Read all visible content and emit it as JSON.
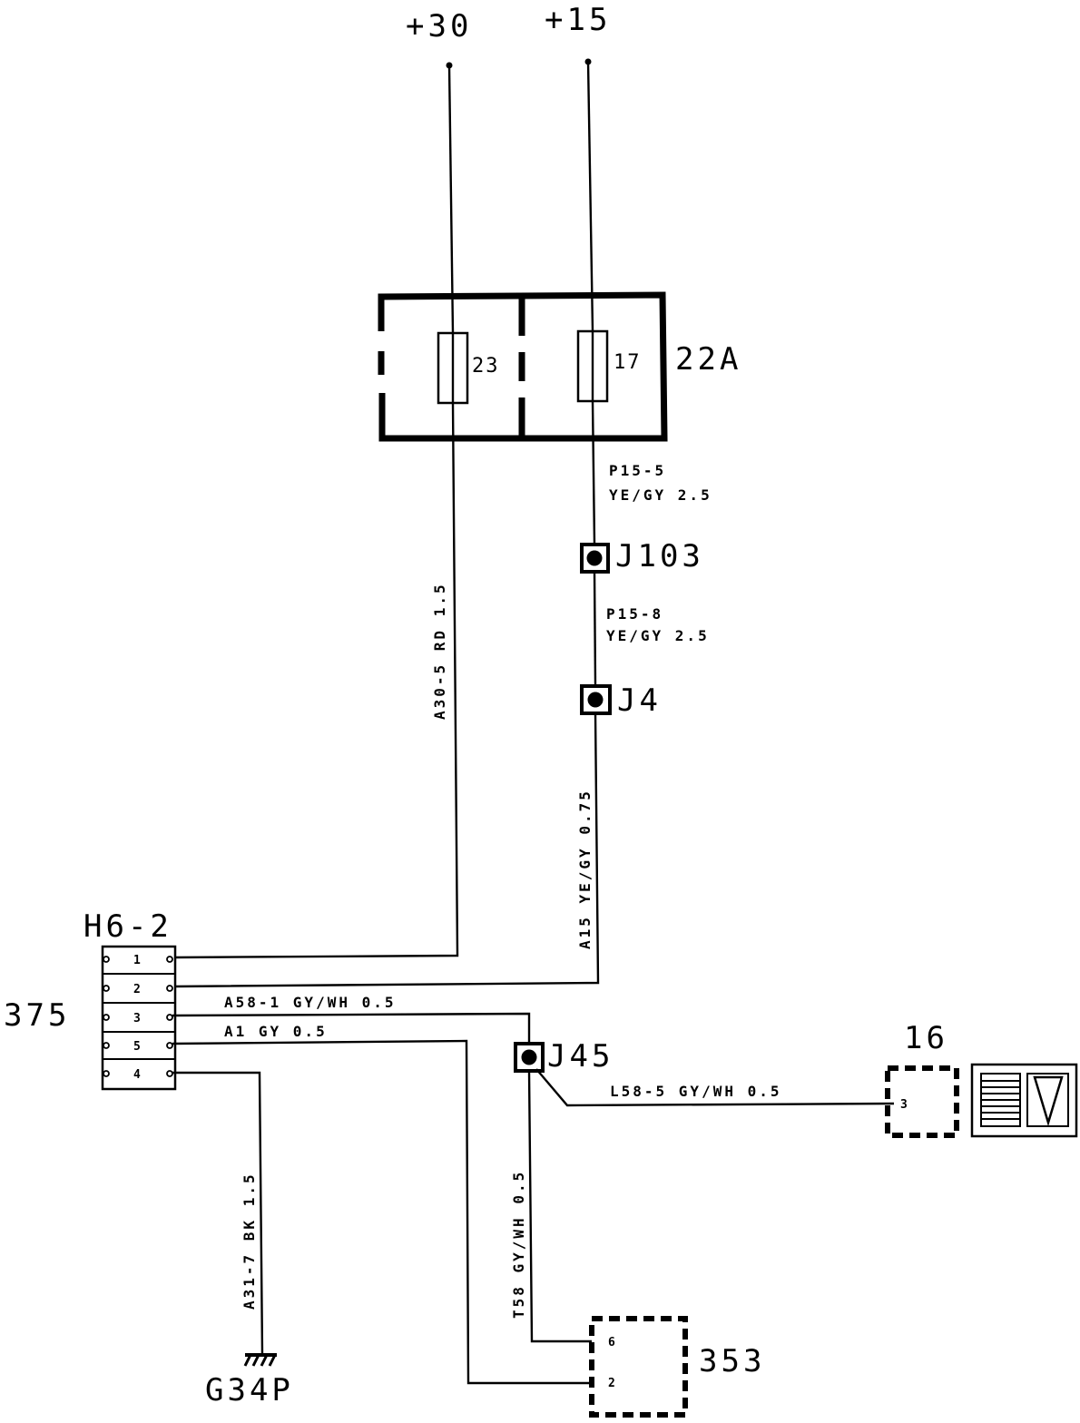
{
  "supplies": {
    "plus30": "+30",
    "plus15": "+15"
  },
  "fuse_box": {
    "label": "22A",
    "fuse_left": "23",
    "fuse_right": "17"
  },
  "wires": {
    "p15_5_id": "P15-5",
    "p15_5_spec": "YE/GY 2.5",
    "p15_8_id": "P15-8",
    "p15_8_spec": "YE/GY 2.5",
    "a30_5": "A30-5 RD 1.5",
    "a15": "A15 YE/GY 0.75",
    "a58_1": "A58-1 GY/WH 0.5",
    "a1": "A1 GY 0.5",
    "l58_5": "L58-5 GY/WH 0.5",
    "t58": "T58 GY/WH 0.5",
    "a31_7": "A31-7 BK 1.5"
  },
  "junctions": {
    "j103": "J103",
    "j4": "J4",
    "j45": "J45"
  },
  "connector_375": {
    "label": "375",
    "header": "H6-2",
    "pins": [
      "1",
      "2",
      "3",
      "5",
      "4"
    ]
  },
  "component_16": {
    "label": "16",
    "pin": "3"
  },
  "component_353": {
    "label": "353",
    "pin_top": "6",
    "pin_bottom": "2"
  },
  "ground": {
    "label": "G34P"
  }
}
